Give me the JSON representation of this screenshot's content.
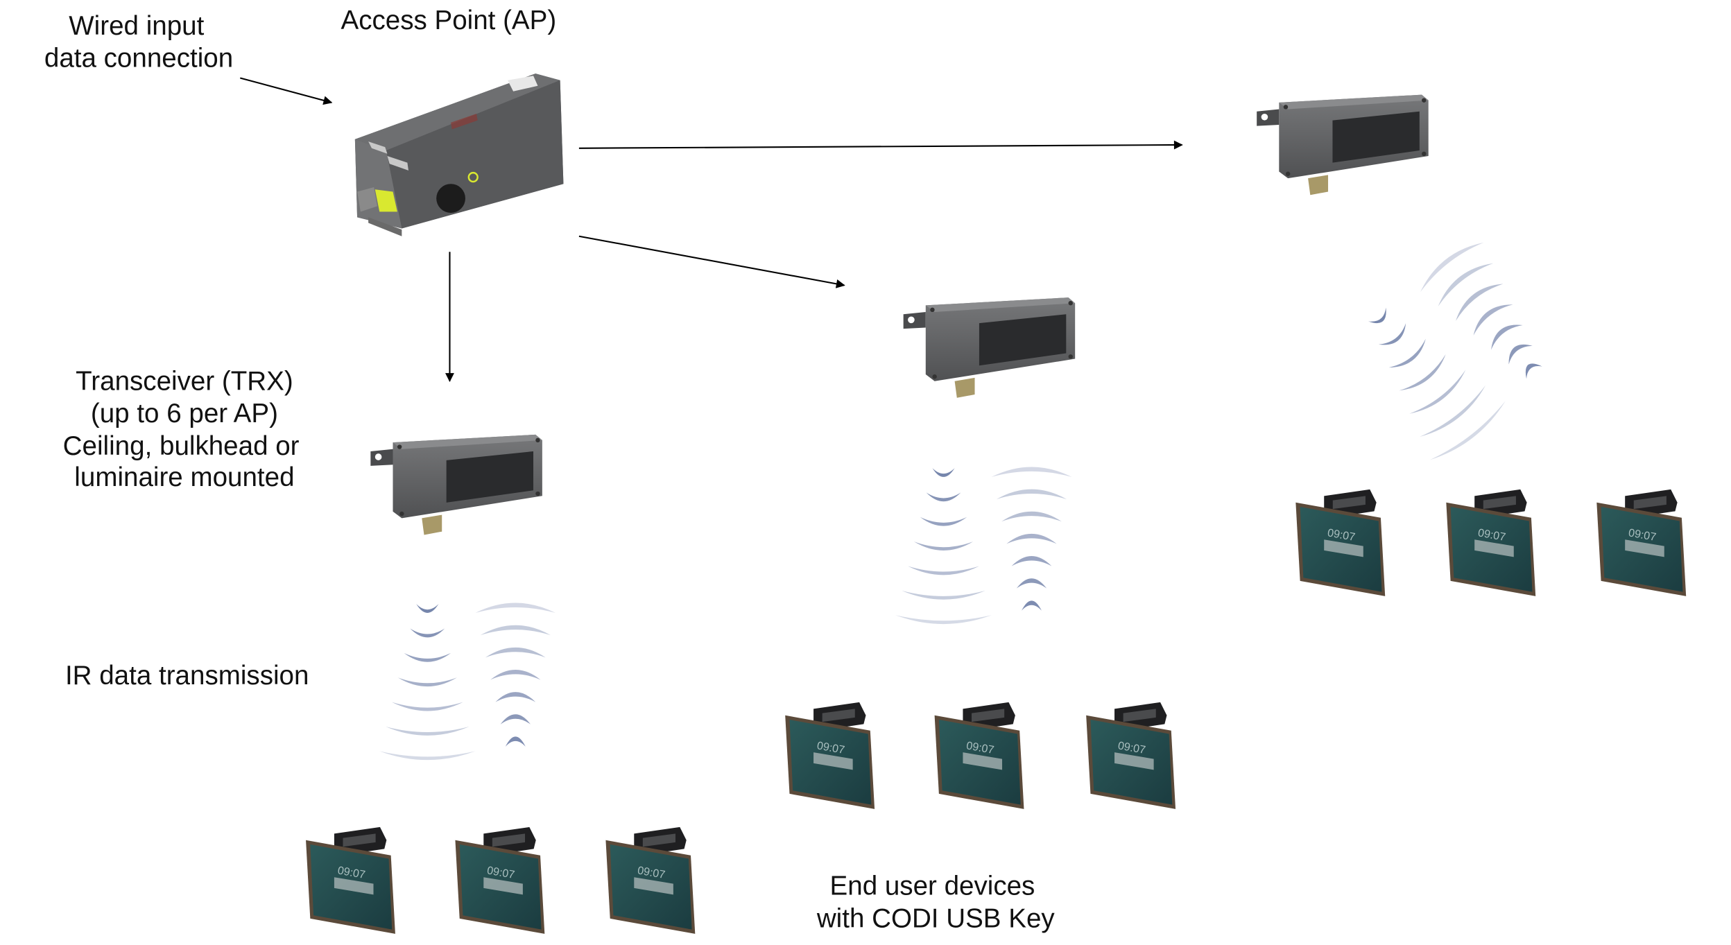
{
  "labels": {
    "wired_input_line1": "Wired input",
    "wired_input_line2": "data connection",
    "access_point": "Access Point (AP)",
    "trx_line1": "Transceiver (TRX)",
    "trx_line2": "(up to 6 per AP)",
    "trx_line3": "Ceiling, bulkhead or",
    "trx_line4": "luminaire mounted",
    "ir_transmission": "IR data transmission",
    "end_user_line1": "End user devices",
    "end_user_line2": "with CODI USB Key"
  },
  "devices": {
    "tablet_clock": "09:07"
  },
  "colors": {
    "device_body": "#5d5e60",
    "wave": "#6f7fa8",
    "tablet_screen": "#234a4c",
    "tablet_frame": "#5a4a3c",
    "connector": "#d9e830",
    "arrow": "#000000"
  }
}
